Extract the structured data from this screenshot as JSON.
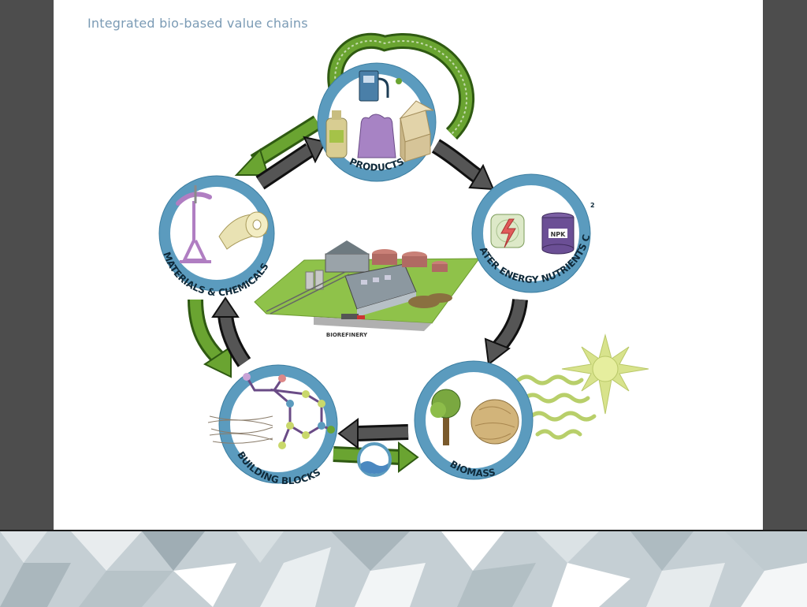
{
  "slide": {
    "title": "Integrated bio-based value chains"
  },
  "nodes": {
    "products": "PRODUCTS",
    "water_energy": "WATER ENERGY NUTRIENTS CO",
    "water_energy_sub": "2",
    "biomass": "BIOMASS",
    "building_blocks": "BUILDING BLOCKS",
    "materials_chemicals": "MATERIALS & CHEMICALS"
  },
  "center": {
    "label": "BIOREFINERY"
  },
  "icons": {
    "npk_label": "NPK"
  },
  "colors": {
    "ring": "#5b9bbe",
    "ring_dark": "#3c7ea1",
    "arrow_green": "#6aa431",
    "arrow_dark": "#444444",
    "sun": "#d8e38c",
    "background_dark": "#4d4d4d"
  }
}
